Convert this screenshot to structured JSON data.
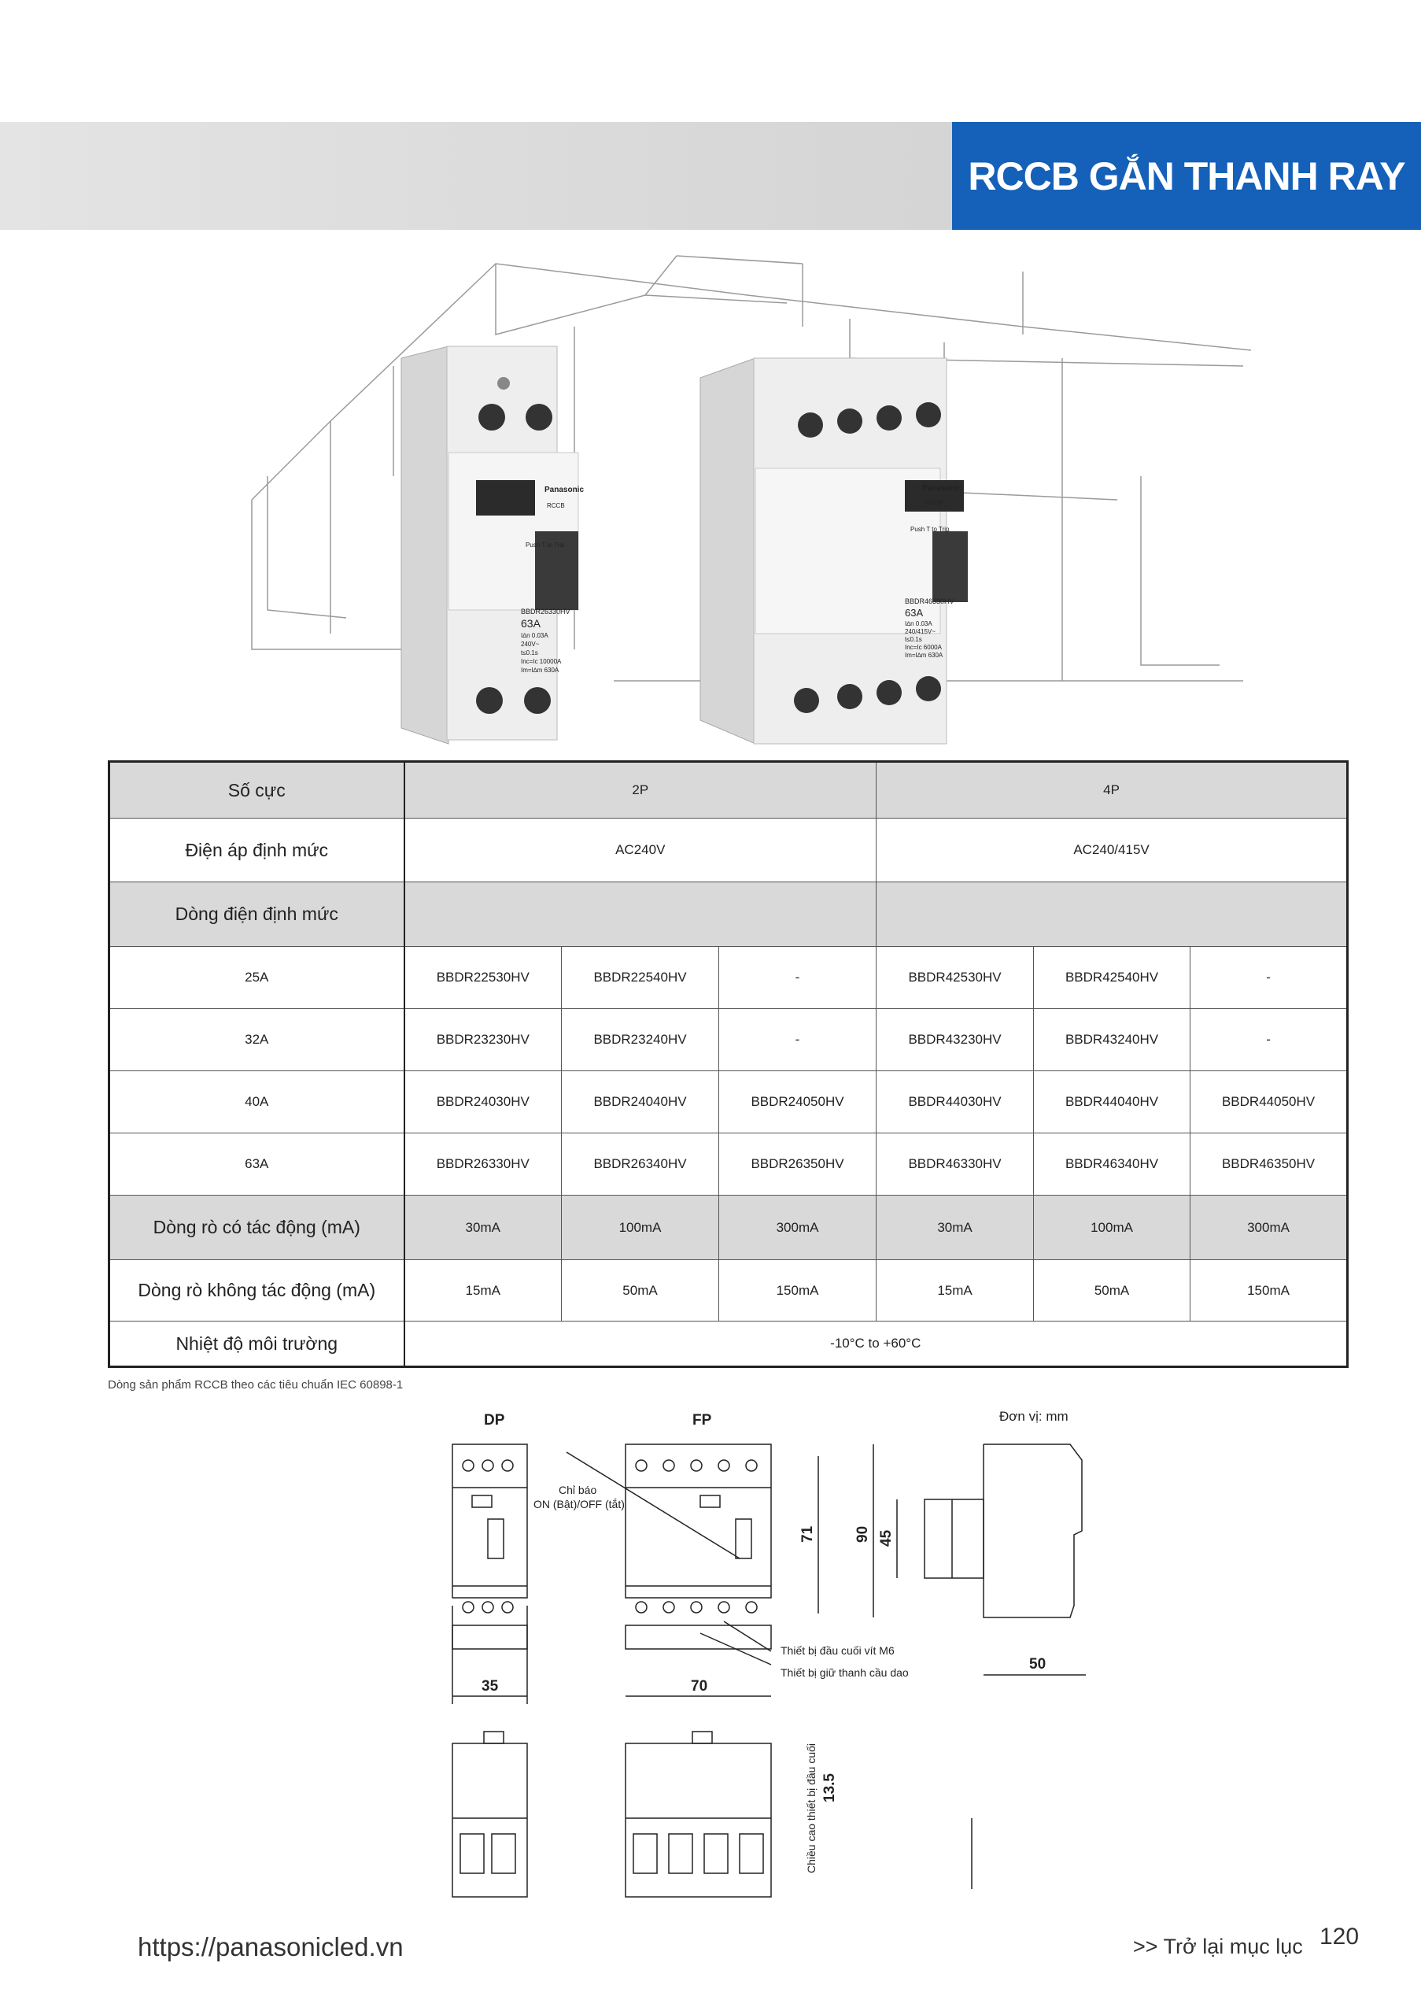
{
  "header": {
    "title": "RCCB GẮN THANH RAY"
  },
  "product": {
    "left_brand": "Panasonic",
    "left_type": "RCCB",
    "left_push": "Push T to Trip",
    "left_model": "BBDR26330HV",
    "left_rating": "63A",
    "left_lines": [
      "I∆n 0.03A",
      "240V~",
      "t≤0.1s",
      "Inc=Ic 10000A",
      "Im=I∆m 630A"
    ],
    "right_brand": "Panasonic",
    "right_type": "RCCB",
    "right_push": "Push T to Trip",
    "right_model": "BBDR46330HV",
    "right_rating": "63A",
    "right_lines": [
      "I∆n 0.03A",
      "240/415V~",
      "t≤0.1s",
      "Inc=Ic 6000A",
      "Im=I∆m 630A"
    ]
  },
  "table": {
    "row_poles": {
      "label": "Số cực",
      "p2": "2P",
      "p4": "4P"
    },
    "row_voltage": {
      "label": "Điện áp định mức",
      "p2": "AC240V",
      "p4": "AC240/415V"
    },
    "row_current_header": {
      "label": "Dòng điện định mức"
    },
    "rows": [
      {
        "label": "25A",
        "cells": [
          "BBDR22530HV",
          "BBDR22540HV",
          "-",
          "BBDR42530HV",
          "BBDR42540HV",
          "-"
        ]
      },
      {
        "label": "32A",
        "cells": [
          "BBDR23230HV",
          "BBDR23240HV",
          "-",
          "BBDR43230HV",
          "BBDR43240HV",
          "-"
        ]
      },
      {
        "label": "40A",
        "cells": [
          "BBDR24030HV",
          "BBDR24040HV",
          "BBDR24050HV",
          "BBDR44030HV",
          "BBDR44040HV",
          "BBDR44050HV"
        ]
      },
      {
        "label": "63A",
        "cells": [
          "BBDR26330HV",
          "BBDR26340HV",
          "BBDR26350HV",
          "BBDR46330HV",
          "BBDR46340HV",
          "BBDR46350HV"
        ]
      }
    ],
    "row_trip": {
      "label": "Dòng rò có tác động (mA)",
      "cells": [
        "30mA",
        "100mA",
        "300mA",
        "30mA",
        "100mA",
        "300mA"
      ]
    },
    "row_notrip": {
      "label": "Dòng rò không tác động (mA)",
      "cells": [
        "15mA",
        "50mA",
        "150mA",
        "15mA",
        "50mA",
        "150mA"
      ]
    },
    "row_temp": {
      "label": "Nhiệt độ môi trường",
      "value": "-10°C to +60°C"
    }
  },
  "footnote": "Dòng sản phẩm RCCB theo các tiêu chuẩn IEC 60898-1",
  "drawing": {
    "label_dp": "DP",
    "label_fp": "FP",
    "unit": "Đơn vị: mm",
    "indicator_line1": "Chỉ báo",
    "indicator_line2": "ON (Bật)/OFF (tắt)",
    "terminal_note": "Thiết bị đầu cuối vít M6",
    "rail_note": "Thiết bị giữ thanh cầu dao",
    "dim_35": "35",
    "dim_70": "70",
    "dim_71": "71",
    "dim_90": "90",
    "dim_45": "45",
    "dim_50": "50",
    "dim_13_5": "13.5",
    "height_note": "Chiều cao thiết bị đầu cuối"
  },
  "footer": {
    "url": "https://panasonicled.vn",
    "back": ">> Trở lại mục lục",
    "page": "120"
  }
}
